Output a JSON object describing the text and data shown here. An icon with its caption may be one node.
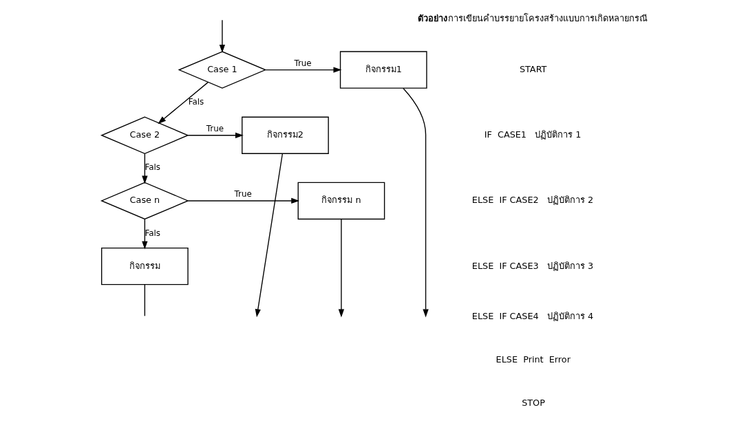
{
  "diagram": {
    "nodes": [
      {
        "text": [
          "Case 1"
        ]
      },
      {
        "text": [
          "กิจกรรม1"
        ]
      },
      {
        "text": [
          "Case 2"
        ]
      },
      {
        "text": [
          "กิจกรรม2"
        ]
      },
      {
        "text": [
          "Case n"
        ]
      },
      {
        "text": [
          "กิจกรรม n"
        ]
      },
      {
        "text": [
          "กิจกรรม"
        ]
      }
    ],
    "edges": [
      {
        "from": null,
        "to": 0,
        "arrow": "to"
      },
      {
        "from": 0,
        "to": 1,
        "arrow": "to",
        "label": "True"
      },
      {
        "from": 0,
        "to": 2,
        "arrow": "to",
        "label": "Fals"
      },
      {
        "from": 2,
        "to": 3,
        "arrow": "to",
        "label": "True"
      },
      {
        "from": 2,
        "to": 4,
        "arrow": "to",
        "label": "Fals"
      },
      {
        "from": 4,
        "to": 5,
        "arrow": "to",
        "label": "True"
      },
      {
        "from": 4,
        "to": 6,
        "arrow": "to",
        "label": "Fals"
      },
      {
        "from": 1,
        "to": null,
        "arrow": "to"
      },
      {
        "from": 3,
        "to": null,
        "arrow": "to"
      },
      {
        "from": 5,
        "to": null,
        "arrow": "to"
      },
      {
        "from": 6,
        "to": null,
        "arrow": "none"
      }
    ],
    "labels": [
      "**ตัวอย่าง** การเขียนคำบรรยายโครงสร้างแบบการเกิดหลายกรณี",
      "START",
      "IF  CASE1   ปฏิบัติการ 1",
      "ELSE  IF CASE2   ปฏิบัติการ 2",
      "ELSE  IF CASE3   ปฏิบัติการ 3",
      "ELSE  IF CASE4   ปฏิบัติการ 4",
      "ELSE  Print  Error",
      "STOP"
    ]
  }
}
